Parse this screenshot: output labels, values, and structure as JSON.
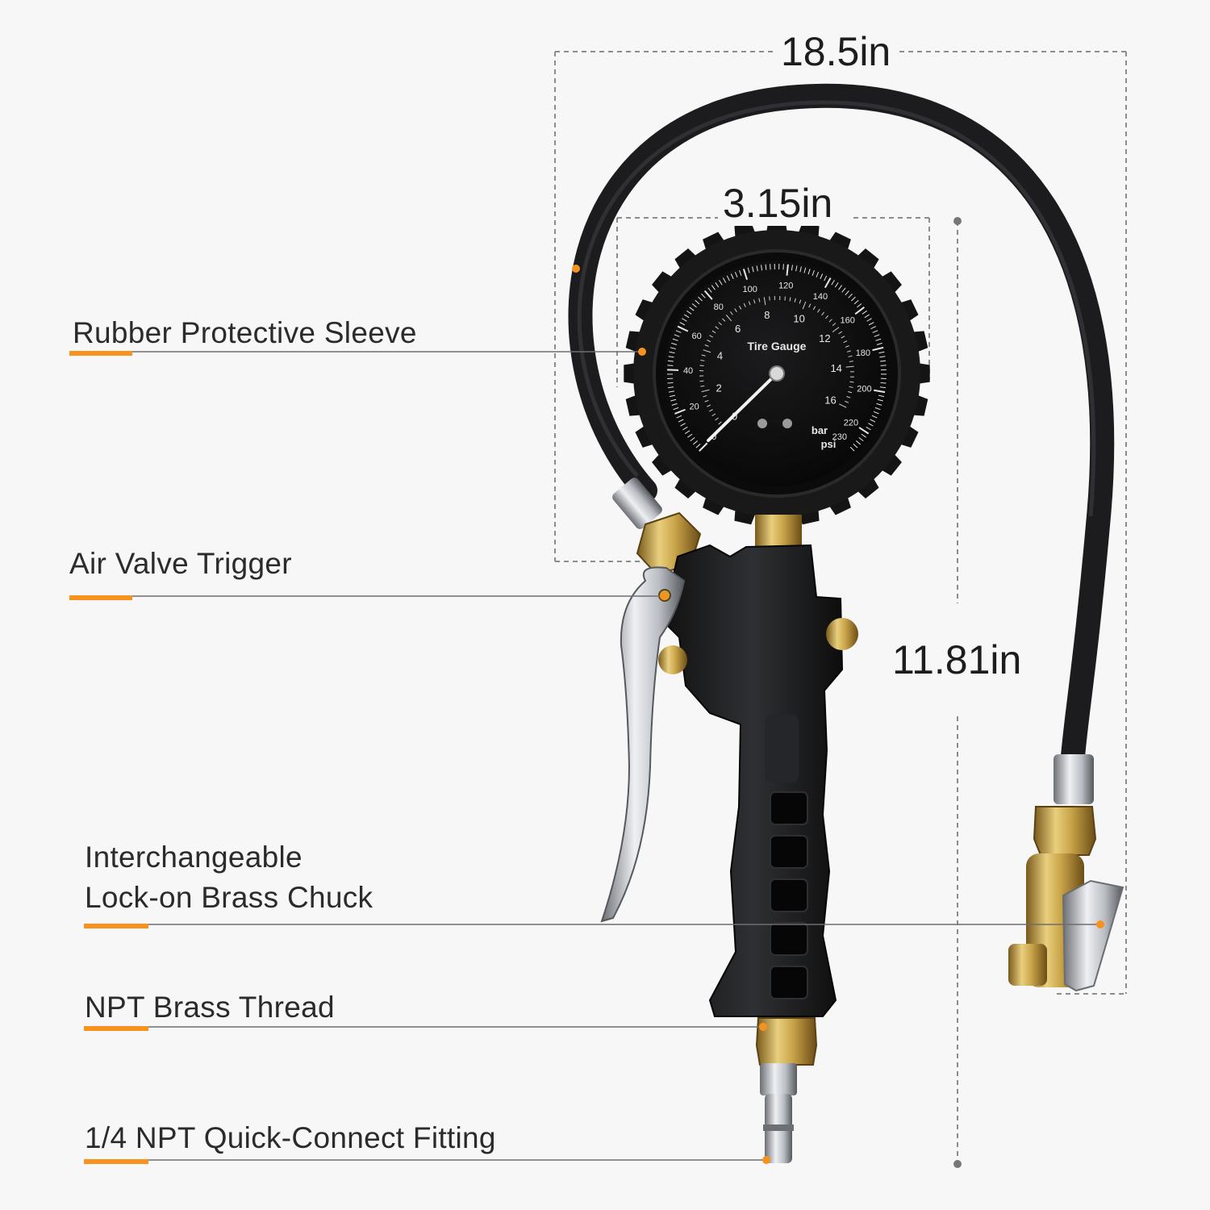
{
  "dimensions": {
    "overall_width": "18.5in",
    "gauge_diameter": "3.15in",
    "overall_height": "11.81in"
  },
  "callouts": [
    {
      "id": "sleeve",
      "label": "Rubber Protective Sleeve"
    },
    {
      "id": "trigger",
      "label": "Air Valve Trigger"
    },
    {
      "id": "chuck",
      "label_line1": "Interchangeable",
      "label_line2": "Lock-on Brass Chuck"
    },
    {
      "id": "thread",
      "label": "NPT Brass Thread"
    },
    {
      "id": "fitting",
      "label": "1/4 NPT Quick-Connect Fitting"
    }
  ],
  "gauge": {
    "title": "Tire Gauge",
    "psi_ticks": [
      "0",
      "20",
      "40",
      "60",
      "80",
      "100",
      "120",
      "140",
      "160",
      "180",
      "200",
      "220",
      "230"
    ],
    "bar_ticks": [
      "0",
      "2",
      "4",
      "6",
      "8",
      "10",
      "12",
      "14",
      "16"
    ],
    "unit_bar": "bar",
    "unit_psi": "psi"
  },
  "colors": {
    "accent": "#f7921e",
    "line": "#6e6e6e",
    "hose": "#1c1c1e",
    "brass": "#c9a449",
    "chrome": "#b9bcc2"
  },
  "icons": [
    "tire-inflator-gauge-icon"
  ]
}
